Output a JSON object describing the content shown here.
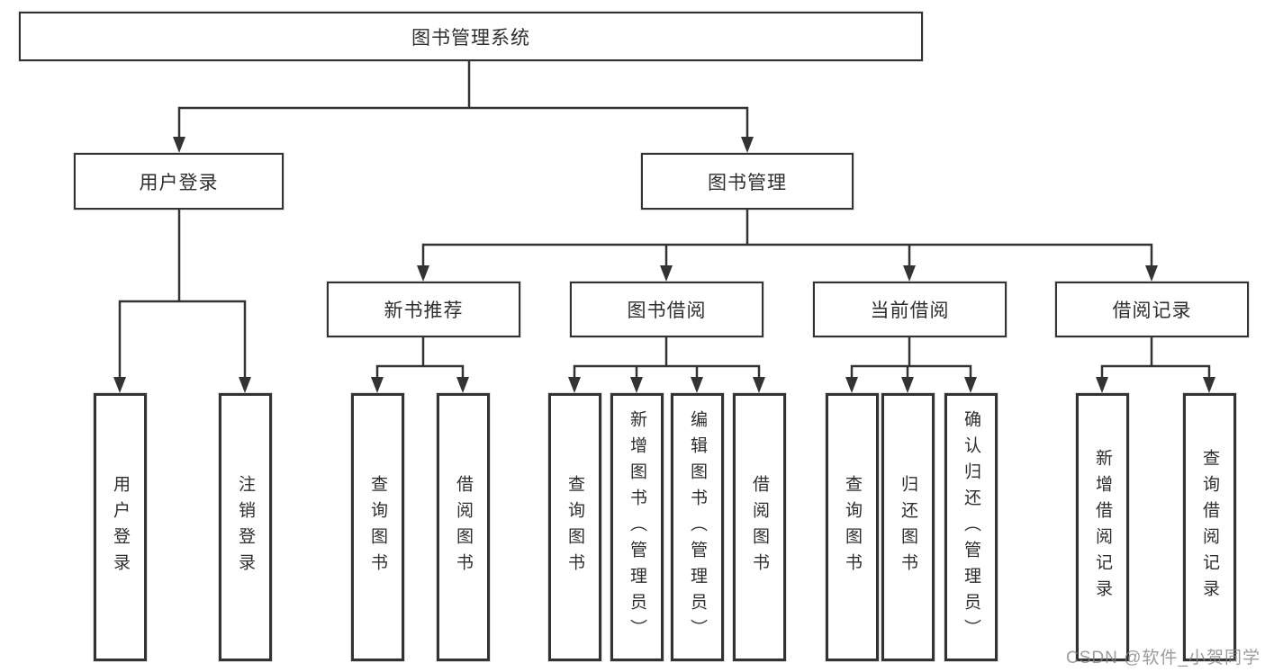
{
  "diagram_type": "hierarchy",
  "nodes": {
    "root": "图书管理系统",
    "user_login": "用户登录",
    "book_mgmt": "图书管理",
    "new_books": "新书推荐",
    "book_borrowing": "图书借阅",
    "current_borrowing": "当前借阅",
    "borrow_records": "借阅记录",
    "ul_user_login": "用户登录",
    "ul_logout": "注销登录",
    "nb_query_books": "查询图书",
    "nb_borrow_books": "借阅图书",
    "bb_query_books": "查询图书",
    "bb_add_books": "新增图书（管理员）",
    "bb_edit_books": "编辑图书（管理员）",
    "bb_borrow_books": "借阅图书",
    "cb_query_books": "查询图书",
    "cb_return_books": "归还图书",
    "cb_confirm_return": "确认归还（管理员）",
    "br_add_record": "新增借阅记录",
    "br_query_record": "查询借阅记录"
  },
  "edges": [
    [
      "root",
      "user_login"
    ],
    [
      "root",
      "book_mgmt"
    ],
    [
      "user_login",
      "ul_user_login"
    ],
    [
      "user_login",
      "ul_logout"
    ],
    [
      "book_mgmt",
      "new_books"
    ],
    [
      "book_mgmt",
      "book_borrowing"
    ],
    [
      "book_mgmt",
      "current_borrowing"
    ],
    [
      "book_mgmt",
      "borrow_records"
    ],
    [
      "new_books",
      "nb_query_books"
    ],
    [
      "new_books",
      "nb_borrow_books"
    ],
    [
      "book_borrowing",
      "bb_query_books"
    ],
    [
      "book_borrowing",
      "bb_add_books"
    ],
    [
      "book_borrowing",
      "bb_edit_books"
    ],
    [
      "book_borrowing",
      "bb_borrow_books"
    ],
    [
      "current_borrowing",
      "cb_query_books"
    ],
    [
      "current_borrowing",
      "cb_return_books"
    ],
    [
      "current_borrowing",
      "cb_confirm_return"
    ],
    [
      "borrow_records",
      "br_add_record"
    ],
    [
      "borrow_records",
      "br_query_record"
    ]
  ],
  "watermark": "CSDN @软件_小贺同学",
  "colors": {
    "line": "#333333",
    "box_border": "#333333",
    "text": "#2e2e2e",
    "watermark": "#808080",
    "background": "#ffffff"
  }
}
